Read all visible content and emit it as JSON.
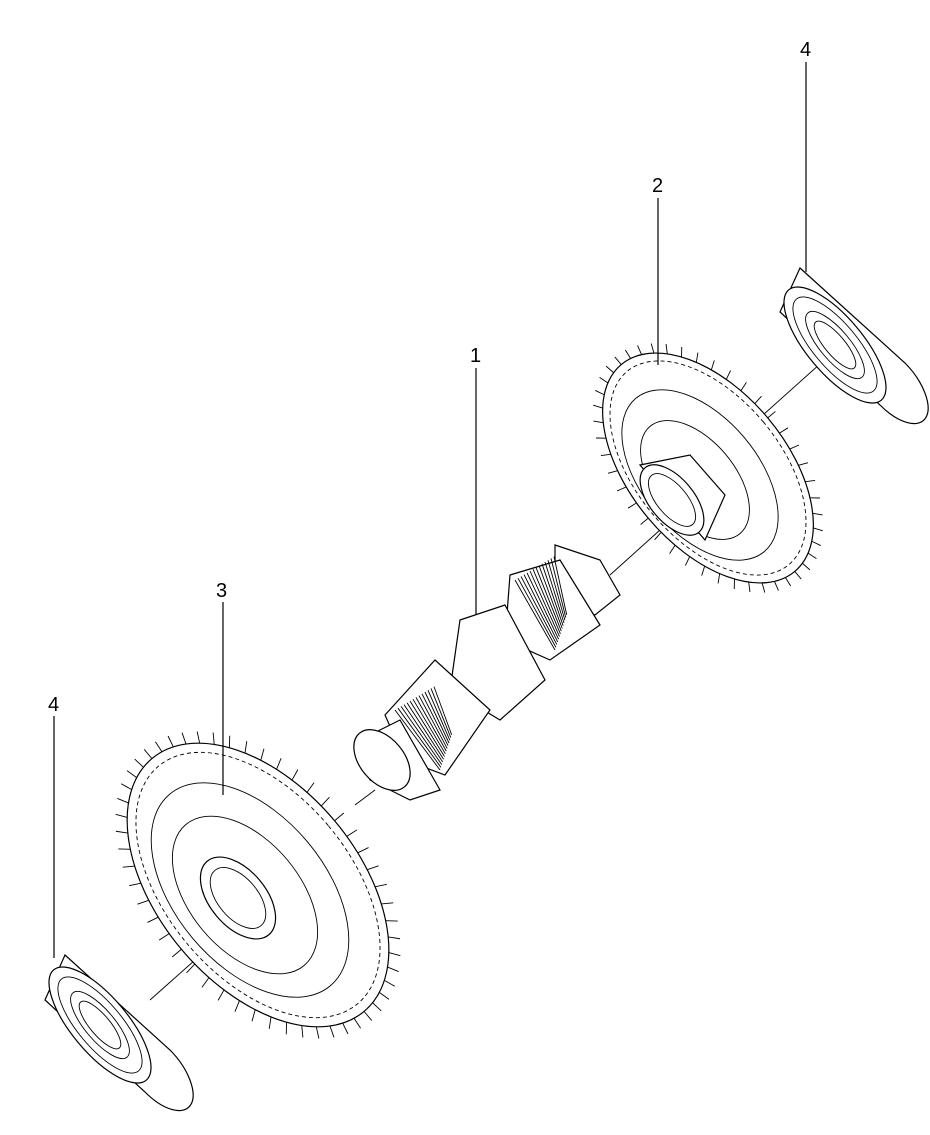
{
  "callouts": [
    {
      "id": "shaft",
      "label": "1"
    },
    {
      "id": "gear-upper",
      "label": "2"
    },
    {
      "id": "gear-lower",
      "label": "3"
    },
    {
      "id": "bearing-upper",
      "label": "4"
    },
    {
      "id": "bearing-lower",
      "label": "4"
    }
  ]
}
